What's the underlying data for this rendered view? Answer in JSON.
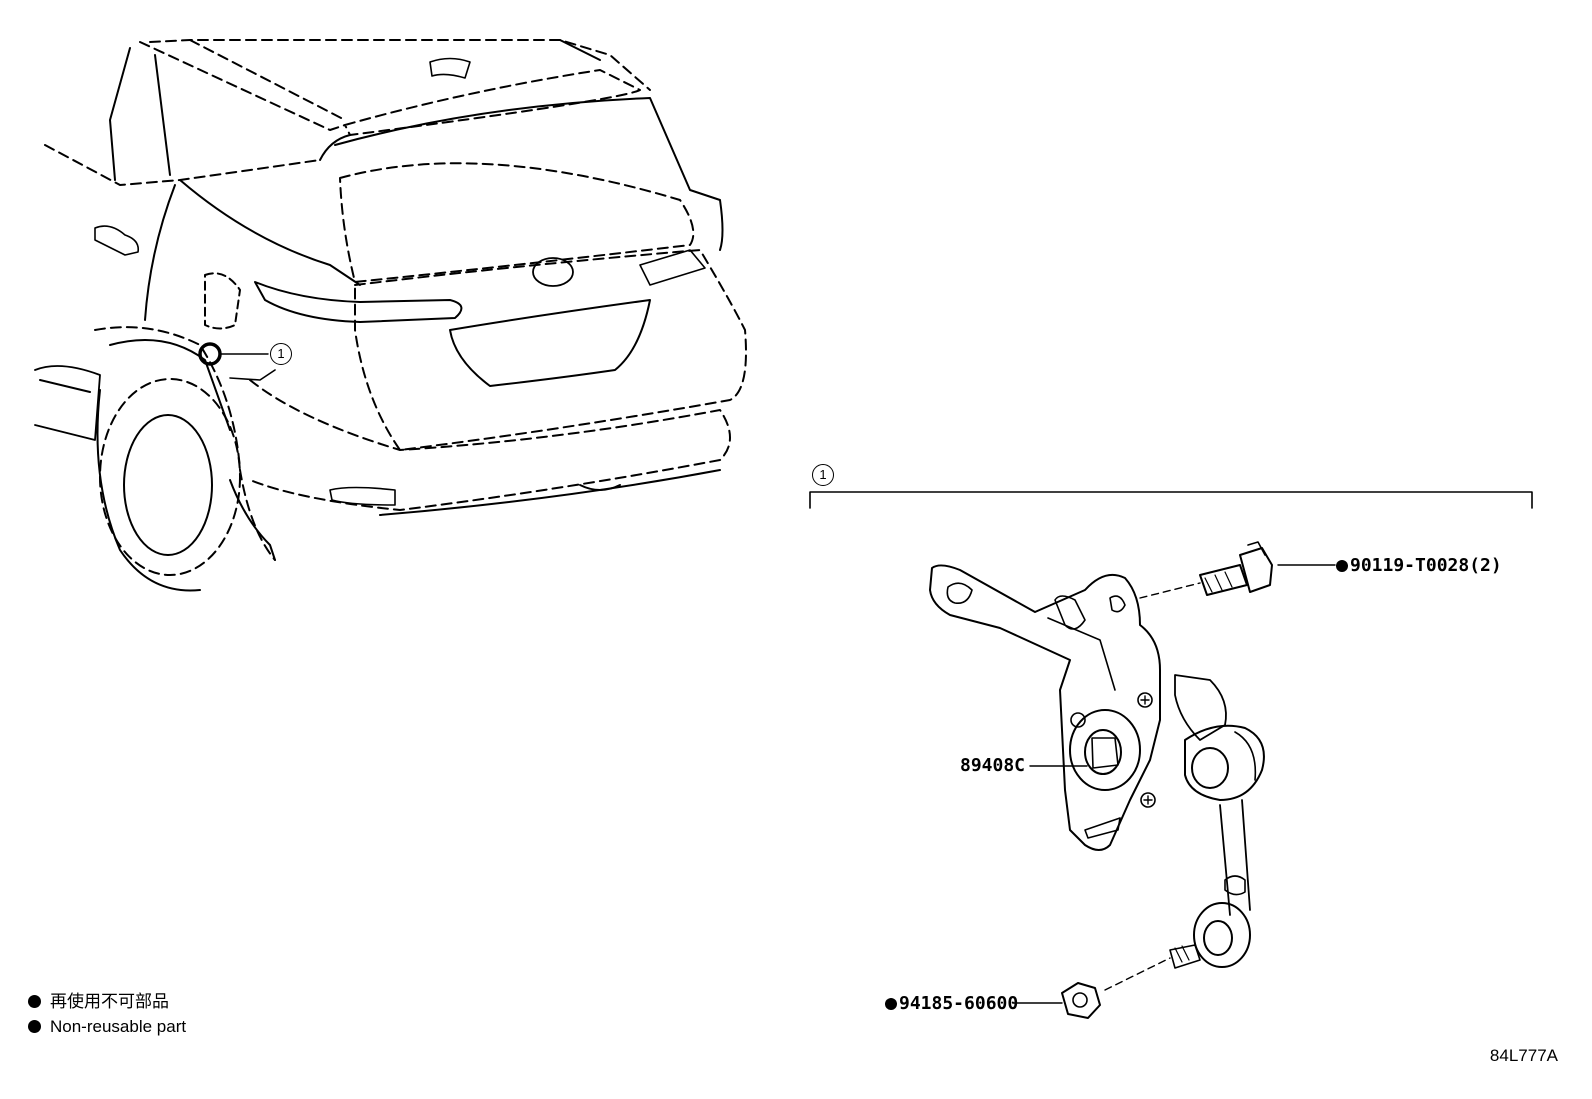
{
  "callouts": {
    "ref_number": "1",
    "bolt": "90119-T0028(2)",
    "sensor": "89408C",
    "nut": "94185-60600"
  },
  "legend": {
    "line_jp": "再使用不可部品",
    "line_en": "Non-reusable part"
  },
  "illustration_code": "84L777A"
}
